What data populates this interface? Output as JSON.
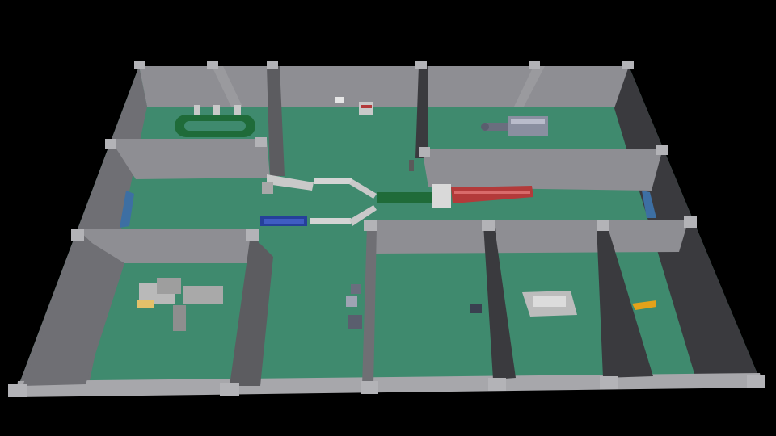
{
  "scene": {
    "name": "factory-floor-plan-3d",
    "colors": {
      "background": "#000000",
      "floor": "#3f8a6e",
      "wall_light": "#8e8e93",
      "wall_mid": "#6f6f74",
      "wall_dark": "#3a3a3e",
      "wall_top": "#a7a7ab",
      "pillar": "#b3b3b7",
      "window": "#3d6fa3",
      "conveyor_green": "#1f6b39",
      "conveyor_blue": "#25409a",
      "press_red": "#b33a3a",
      "machine_gray": "#b9b9b9",
      "accent_yellow": "#e3a21a"
    },
    "rooms": [
      {
        "id": "top-left-room",
        "contains": "oval-conveyor-loop"
      },
      {
        "id": "top-center-room",
        "contains": "small-workstation"
      },
      {
        "id": "top-right-room",
        "contains": "industrial-oven-machine"
      },
      {
        "id": "central-corridor",
        "contains": "conveyor-line-with-red-press"
      },
      {
        "id": "bottom-left-room",
        "contains": "large-assembly-machine"
      },
      {
        "id": "bottom-center-left-room",
        "contains": "robot-arm-station"
      },
      {
        "id": "bottom-center-right-room",
        "contains": "small-crate"
      },
      {
        "id": "bottom-right-room-a",
        "contains": "cnc-machine"
      },
      {
        "id": "bottom-right-room-b",
        "contains": "yellow-forklift"
      }
    ],
    "equipment": [
      {
        "name": "oval-conveyor-loop",
        "icon": "conveyor-loop-icon"
      },
      {
        "name": "workstation-box",
        "icon": "workstation-icon"
      },
      {
        "name": "oven-machine",
        "icon": "oven-icon"
      },
      {
        "name": "green-conveyor-belt",
        "icon": "conveyor-icon"
      },
      {
        "name": "blue-conveyor-belt",
        "icon": "conveyor-icon"
      },
      {
        "name": "red-press-line",
        "icon": "press-icon"
      },
      {
        "name": "assembly-machine",
        "icon": "assembly-icon"
      },
      {
        "name": "robot-arm",
        "icon": "robot-arm-icon"
      },
      {
        "name": "crate",
        "icon": "crate-icon"
      },
      {
        "name": "cnc-machine",
        "icon": "cnc-icon"
      },
      {
        "name": "forklift",
        "icon": "forklift-icon"
      }
    ]
  }
}
